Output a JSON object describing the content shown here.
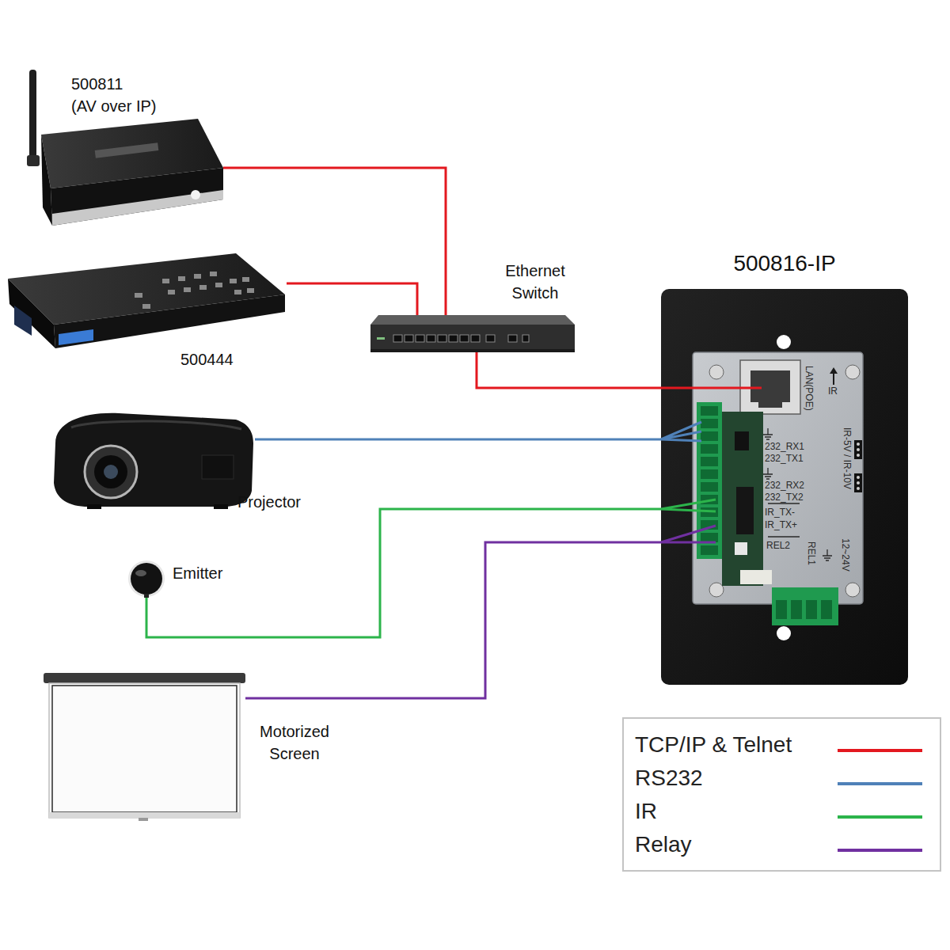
{
  "diagram": {
    "nodes": [
      {
        "text": [
          "500811 (AV over IP)"
        ]
      },
      {
        "text": [
          "500444"
        ]
      },
      {
        "text": [
          "Ethernet Switch"
        ]
      },
      {
        "text": [
          "Projector"
        ]
      },
      {
        "text": [
          "Emitter"
        ]
      },
      {
        "text": [
          "Motorized Screen"
        ]
      },
      {
        "text": [
          "500816-IP"
        ]
      }
    ],
    "edges": [
      {
        "from": 0,
        "to": 2,
        "arrow": "none"
      },
      {
        "from": 1,
        "to": 2,
        "arrow": "none"
      },
      {
        "from": 2,
        "to": 6,
        "arrow": "none"
      },
      {
        "from": 3,
        "to": 6,
        "arrow": "none"
      },
      {
        "from": 4,
        "to": 6,
        "arrow": "none"
      },
      {
        "from": 5,
        "to": 6,
        "arrow": "none"
      }
    ],
    "labels": [
      "LAN(POE)",
      "IR",
      "232_RX1",
      "232_TX1",
      "232_RX2",
      "232_TX2",
      "IR_TX-",
      "IR_TX+",
      "REL2",
      "REL1",
      "12~24V",
      "IR-5V / IR-10V"
    ],
    "legend": [
      {
        "text": "TCP/IP & Telnet"
      },
      {
        "text": "RS232"
      },
      {
        "text": "IR"
      },
      {
        "text": "Relay"
      }
    ]
  }
}
